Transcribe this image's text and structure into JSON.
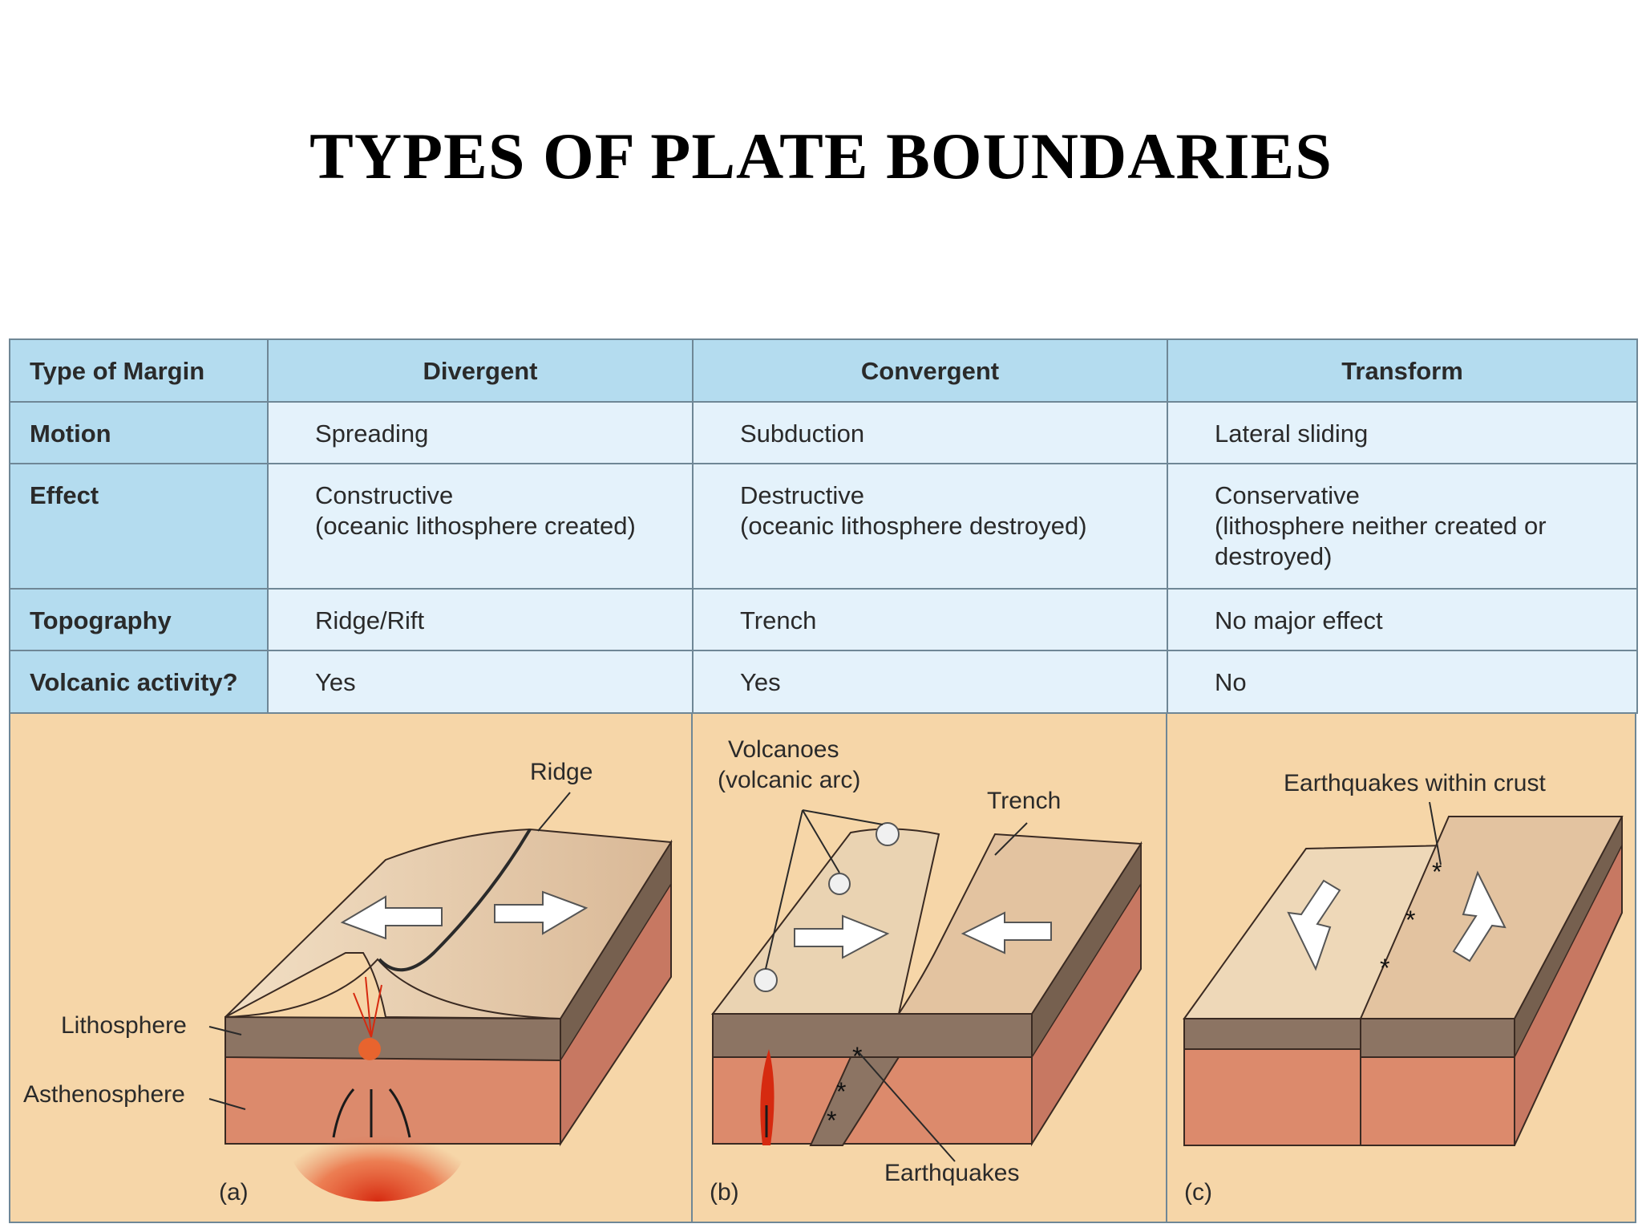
{
  "title": "TYPES OF PLATE BOUNDARIES",
  "table": {
    "header": {
      "label": "Type of Margin",
      "cols": [
        "Divergent",
        "Convergent",
        "Transform"
      ]
    },
    "rows": [
      {
        "label": "Motion",
        "cells": [
          "Spreading",
          "Subduction",
          "Lateral sliding"
        ]
      },
      {
        "label": "Effect",
        "cells": [
          [
            "Constructive",
            "(oceanic lithosphere created)"
          ],
          [
            "Destructive",
            "(oceanic lithosphere destroyed)"
          ],
          [
            "Conservative",
            "(lithosphere neither created or",
            "destroyed)"
          ]
        ]
      },
      {
        "label": "Topography",
        "cells": [
          "Ridge/Rift",
          "Trench",
          "No major effect"
        ]
      },
      {
        "label": "Volcanic activity?",
        "cells": [
          "Yes",
          "Yes",
          "No"
        ]
      }
    ]
  },
  "diagrams": {
    "a": {
      "label": "(a)",
      "ridge": "Ridge",
      "lithosphere": "Lithosphere",
      "asthenosphere": "Asthenosphere"
    },
    "b": {
      "label": "(b)",
      "volcanoes_1": "Volcanoes",
      "volcanoes_2": "(volcanic arc)",
      "trench": "Trench",
      "earthquakes": "Earthquakes"
    },
    "c": {
      "label": "(c)",
      "earthquakes_crust": "Earthquakes within crust"
    }
  },
  "colors": {
    "header_blue": "#b4dcef",
    "cell_blue": "#e4f2fb",
    "panel_tan": "#f6d6a8",
    "surface": "#e8cfae",
    "lithosphere": "#8c7463",
    "asthenosphere": "#d88a6c",
    "magma": "#d62a10"
  }
}
